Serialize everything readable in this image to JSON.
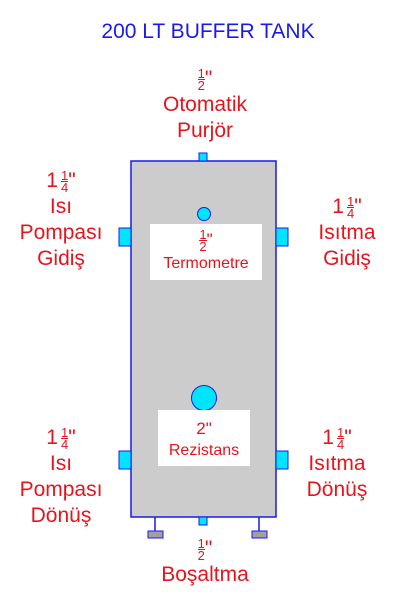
{
  "title": "200 LT BUFFER TANK",
  "colors": {
    "title": "#1a1aee",
    "label": "#e8141c",
    "tank_fill": "#cccccc",
    "tank_border": "#1a1aee",
    "port_fill": "#00e5ff"
  },
  "labels": {
    "top": {
      "num": "1",
      "den": "2",
      "quote": "\"",
      "line1": "Otomatik",
      "line2": "Purjör"
    },
    "left_upper": {
      "whole": "1",
      "num": "1",
      "den": "4",
      "quote": "\"",
      "line1": "Isı",
      "line2": "Pompası",
      "line3": "Gidiş"
    },
    "right_upper": {
      "whole": "1",
      "num": "1",
      "den": "4",
      "quote": "\"",
      "line1": "Isıtma",
      "line2": "Gidiş"
    },
    "thermometer": {
      "num": "1",
      "den": "2",
      "quote": "\"",
      "line1": "Termometre"
    },
    "heater": {
      "size": "2\"",
      "line1": "Rezistans"
    },
    "left_lower": {
      "whole": "1",
      "num": "1",
      "den": "4",
      "quote": "\"",
      "line1": "Isı",
      "line2": "Pompası",
      "line3": "Dönüş"
    },
    "right_lower": {
      "whole": "1",
      "num": "1",
      "den": "4",
      "quote": "\"",
      "line1": "Isıtma",
      "line2": "Dönüş"
    },
    "bottom": {
      "num": "1",
      "den": "2",
      "quote": "\"",
      "line1": "Boşaltma"
    }
  }
}
